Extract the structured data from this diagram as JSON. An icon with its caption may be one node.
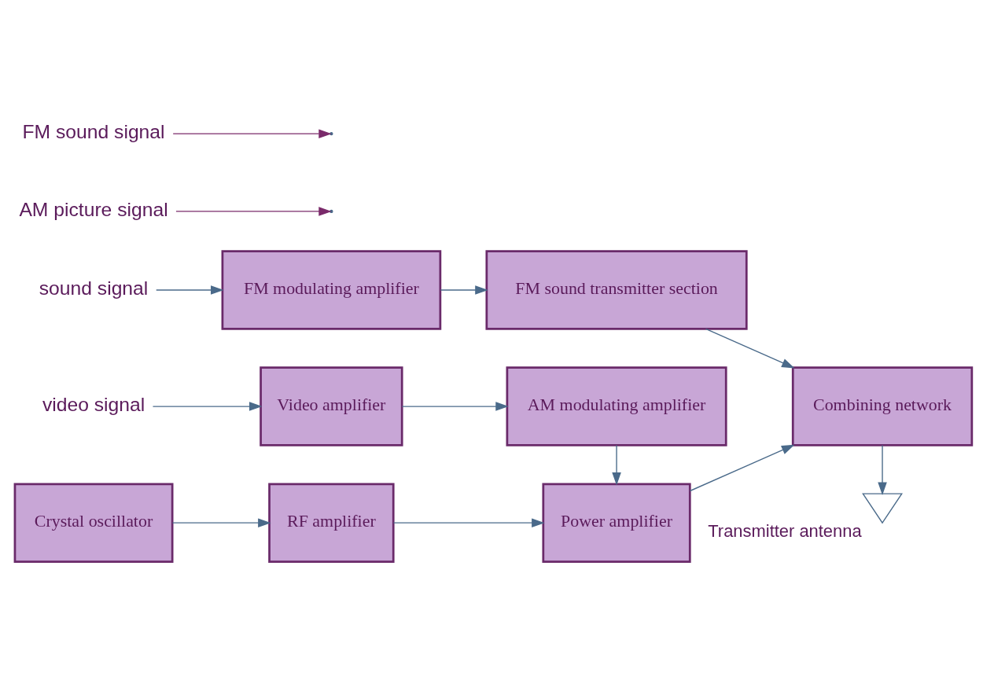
{
  "diagram": {
    "nodes": [
      {
        "text": [
          "Crystal oscillator"
        ]
      },
      {
        "text": [
          "RF amplifier"
        ]
      },
      {
        "text": [
          "Power amplifier"
        ]
      },
      {
        "text": [
          "AM picture signal"
        ]
      },
      {
        "text": [],
        "shape": "triangle",
        "beside": [
          "Transmitter antenna"
        ]
      },
      {
        "text": [
          "video signal"
        ]
      },
      {
        "text": [
          "Video amplifier"
        ]
      },
      {
        "text": [
          "AM modulating amplifier"
        ]
      },
      {
        "text": [
          "Combining network"
        ]
      },
      {
        "text": [
          "sound signal"
        ]
      },
      {
        "text": [
          "FM modulating amplifier"
        ]
      },
      {
        "text": [
          "FM sound transmitter section"
        ]
      },
      {
        "text": [
          "FM sound signal"
        ]
      }
    ],
    "edges": [
      {
        "from": 0,
        "to": 1,
        "arrow": "to"
      },
      {
        "from": 1,
        "to": 2,
        "arrow": "to"
      },
      {
        "from": 2,
        "to": 8,
        "arrow": "to"
      },
      {
        "from": 3,
        "to": null,
        "arrow": "to",
        "color": "#7a2a6a"
      },
      {
        "from": 7,
        "to": 2,
        "arrow": "to"
      },
      {
        "from": 5,
        "to": 6,
        "arrow": "to"
      },
      {
        "from": 6,
        "to": 7,
        "arrow": "to"
      },
      {
        "from": 8,
        "to": 4,
        "arrow": "to"
      },
      {
        "from": 9,
        "to": 10,
        "arrow": "to"
      },
      {
        "from": 10,
        "to": 11,
        "arrow": "to"
      },
      {
        "from": 11,
        "to": 8,
        "arrow": "to"
      },
      {
        "from": 12,
        "to": null,
        "arrow": "to",
        "color": "#7a2a6a"
      }
    ]
  }
}
